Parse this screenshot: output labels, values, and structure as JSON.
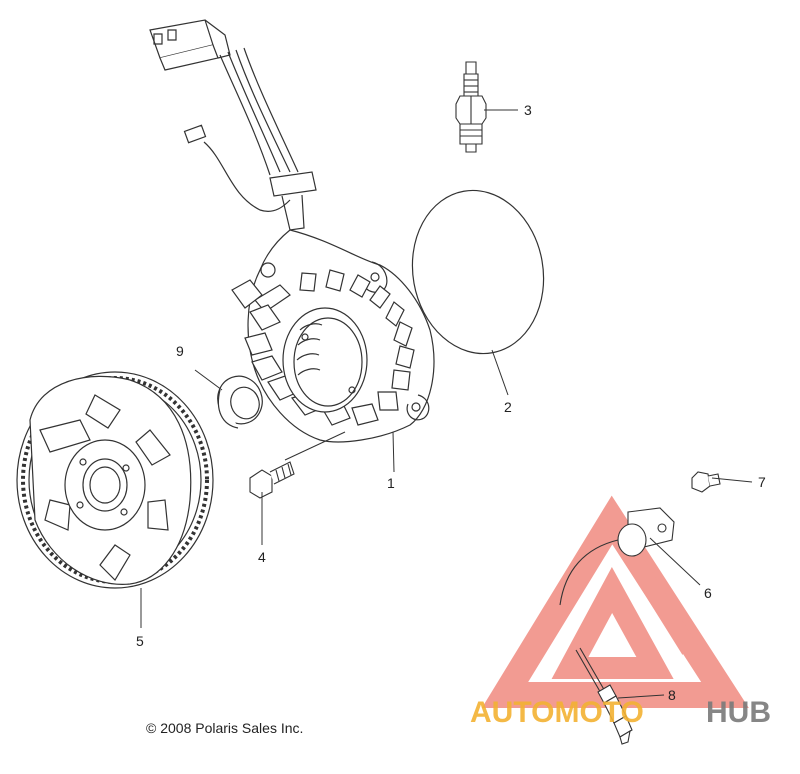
{
  "copyright": "© 2008 Polaris Sales Inc.",
  "watermark": {
    "text_part1": "AUTOMOTO",
    "text_part2": "HUB",
    "color_primary": "#f08a7f",
    "color_accent": "#f3b233",
    "color_dark": "#7a7a7a"
  },
  "callouts": [
    {
      "id": "1",
      "label": "1"
    },
    {
      "id": "2",
      "label": "2"
    },
    {
      "id": "3",
      "label": "3"
    },
    {
      "id": "4",
      "label": "4"
    },
    {
      "id": "5",
      "label": "5"
    },
    {
      "id": "6",
      "label": "6"
    },
    {
      "id": "7",
      "label": "7"
    },
    {
      "id": "8",
      "label": "8"
    },
    {
      "id": "9",
      "label": "9"
    }
  ]
}
